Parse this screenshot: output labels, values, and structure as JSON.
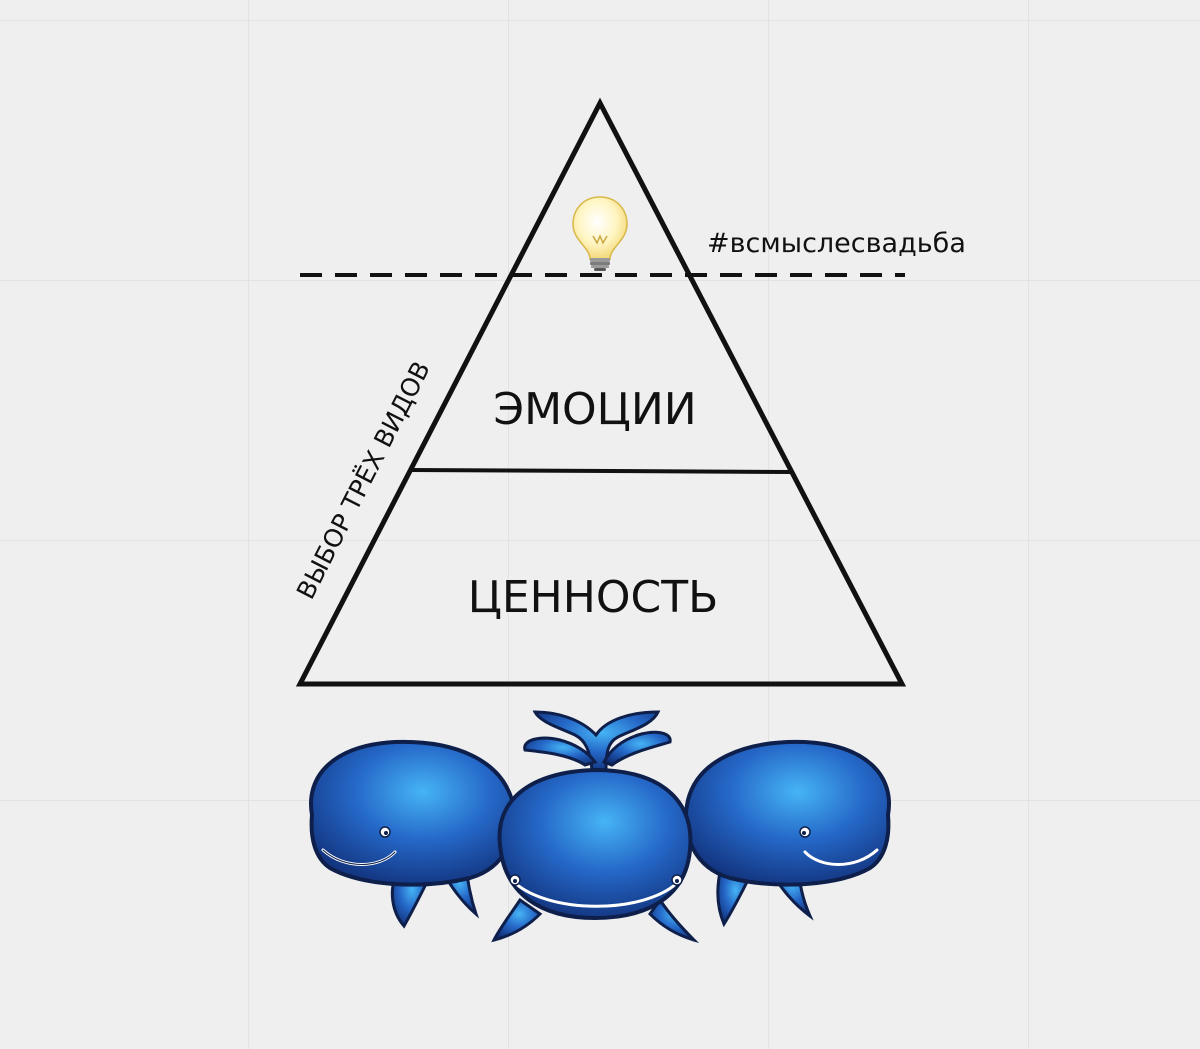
{
  "diagram": {
    "hashtag": "#всмыслесвадьба",
    "side_label": "ВЫБОР ТРЁХ ВИДОВ",
    "levels": [
      {
        "label": "ЭМОЦИИ"
      },
      {
        "label": "ЦЕННОСТЬ"
      }
    ],
    "top_icon": "lightbulb-icon",
    "base_illustration": "three-whales",
    "colors": {
      "background": "#efefef",
      "grid": "#e2e2e2",
      "lines": "#111111",
      "whale_body": "#1f4fa6",
      "whale_highlight": "#3aa0e8",
      "whale_outline": "#0d1f4a",
      "bulb": "#fff3b8"
    }
  }
}
